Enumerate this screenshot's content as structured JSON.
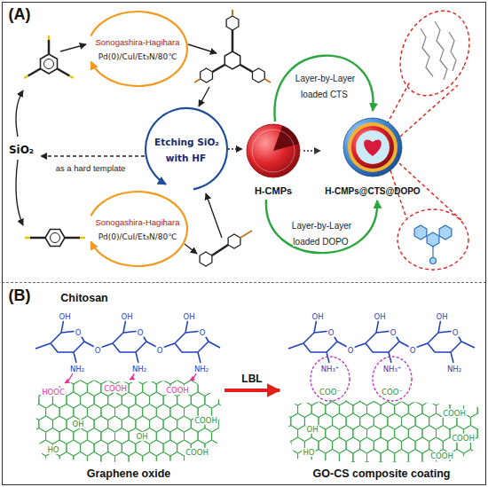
{
  "diagram": {
    "nodes": [
      {
        "text": [
          "(A)"
        ]
      },
      {
        "text": [
          "H-CMPs"
        ],
        "in": 0
      },
      {
        "text": [
          "H-CMPs@CTS@DOPO"
        ],
        "in": 0
      },
      {
        "text": [
          "(B)"
        ]
      },
      {
        "text": [
          "Chitosan",
          "Graphene oxide"
        ],
        "in": 3
      },
      {
        "text": [
          "GO-CS composite coating"
        ],
        "in": 3
      }
    ],
    "edges": [
      {
        "from": 1,
        "to": 2,
        "arrow": "to"
      },
      {
        "from": 4,
        "to": 5,
        "label": "LBL",
        "arrow": "to"
      }
    ],
    "labels": [
      "Sonogashira-Hagihara",
      "Pd(0)/CuI/Et₃N/80℃",
      "SiO₂",
      "as a hard template",
      "Etching SiO₂ with HF",
      "Sonogashira-Hagihara",
      "Pd(0)/CuI/Et₃N/80℃",
      "Layer-by-Layer loaded CTS",
      "Layer-by-Layer loaded DOPO",
      "OH",
      "OH",
      "OH",
      "O",
      "O",
      "O",
      "O",
      "O",
      "NH₂",
      "NH₂",
      "NH₂",
      "HOOC",
      "COOH",
      "COOH",
      "COOH",
      "COOH",
      "OH",
      "OH",
      "HO",
      "OH",
      "OH",
      "OH",
      "O",
      "O",
      "O",
      "O",
      "O",
      "NH₃⁺",
      "NH₃⁺",
      "NH₂",
      "COO⁻",
      "COO⁻",
      "COOH",
      "COOH",
      "COOH",
      "OH",
      "HO"
    ]
  }
}
